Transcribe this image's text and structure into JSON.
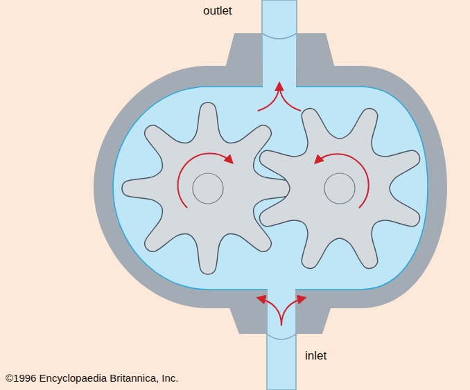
{
  "diagram": {
    "labels": [
      "outlet",
      "inlet",
      "©1996 Encyclopaedia Britannica, Inc."
    ]
  }
}
